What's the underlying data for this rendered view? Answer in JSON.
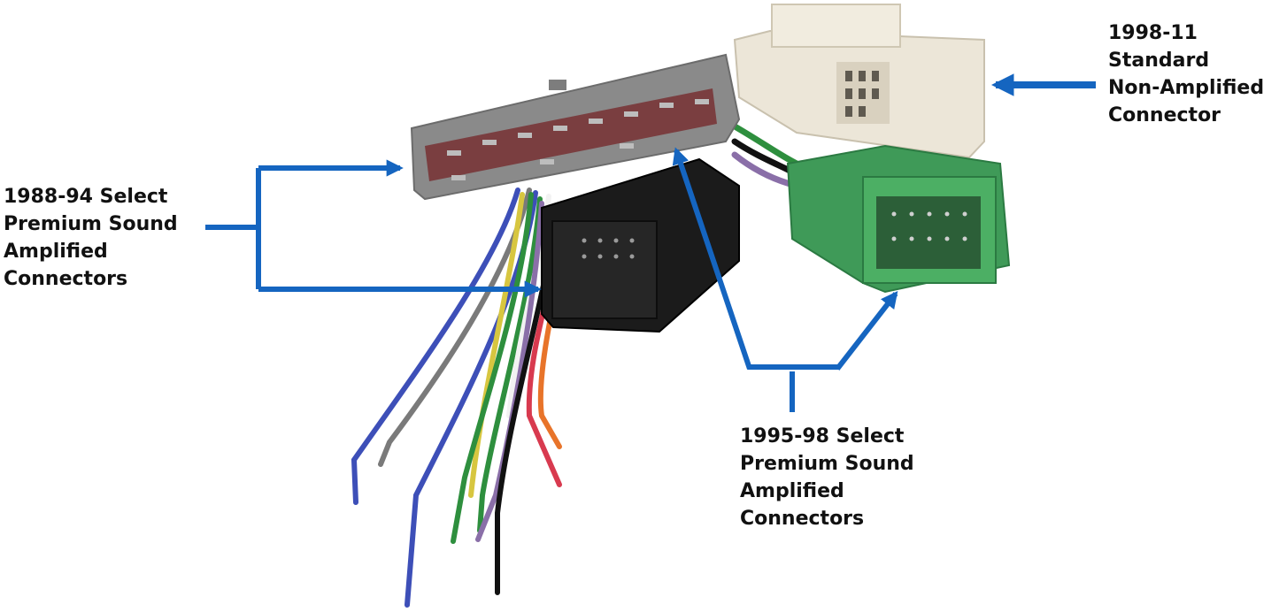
{
  "callouts": {
    "c1988": {
      "lines": [
        "1988-94 Select",
        "Premium Sound",
        "Amplified",
        "Connectors"
      ]
    },
    "c1998": {
      "lines": [
        "1998-11",
        "Standard",
        "Non-Amplified",
        "Connector"
      ]
    },
    "c1995": {
      "lines": [
        "1995-98 Select",
        "Premium Sound",
        "Amplified",
        "Connectors"
      ]
    }
  },
  "colors": {
    "arrow": "#1565c0",
    "label_text": "#111111",
    "gray_connector": "#8a8a8a",
    "black_connector": "#1b1b1b",
    "beige_connector": "#ece6d8",
    "green_connector": "#3f9a58",
    "wire_colors": [
      "#3d4fb8",
      "#2e8f3e",
      "#d7c640",
      "#e8742a",
      "#d83a4f",
      "#8a6fa8",
      "#7a7a7a",
      "#111111",
      "#f2f2f2"
    ]
  }
}
